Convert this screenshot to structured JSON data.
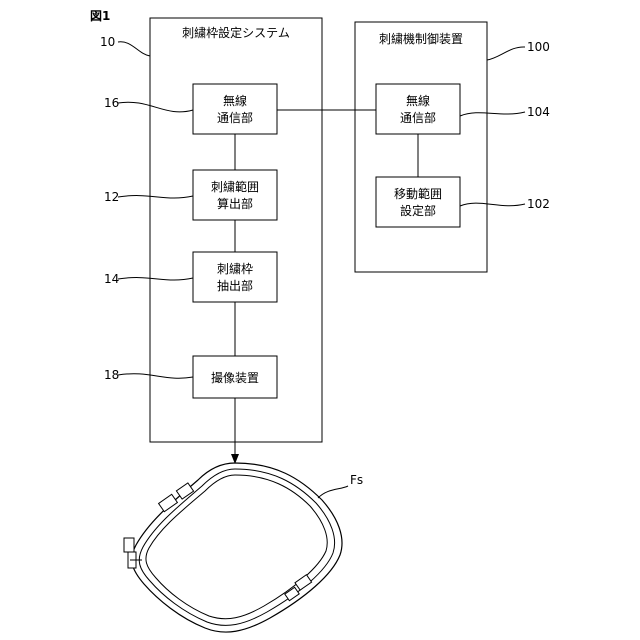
{
  "figure_label": "図1",
  "system": {
    "title": "刺繍枠設定システム",
    "ref": "10",
    "blocks": {
      "wireless": {
        "line1": "無線",
        "line2": "通信部",
        "ref": "16"
      },
      "range_calc": {
        "line1": "刺繍範囲",
        "line2": "算出部",
        "ref": "12"
      },
      "frame_extract": {
        "line1": "刺繍枠",
        "line2": "抽出部",
        "ref": "14"
      },
      "camera": {
        "line1": "撮像装置",
        "ref": "18"
      }
    }
  },
  "controller": {
    "title": "刺繍機制御装置",
    "ref": "100",
    "blocks": {
      "wireless": {
        "line1": "無線",
        "line2": "通信部",
        "ref": "104"
      },
      "move_range": {
        "line1": "移動範囲",
        "line2": "設定部",
        "ref": "102"
      }
    }
  },
  "hoop": {
    "ref": "Fs"
  }
}
